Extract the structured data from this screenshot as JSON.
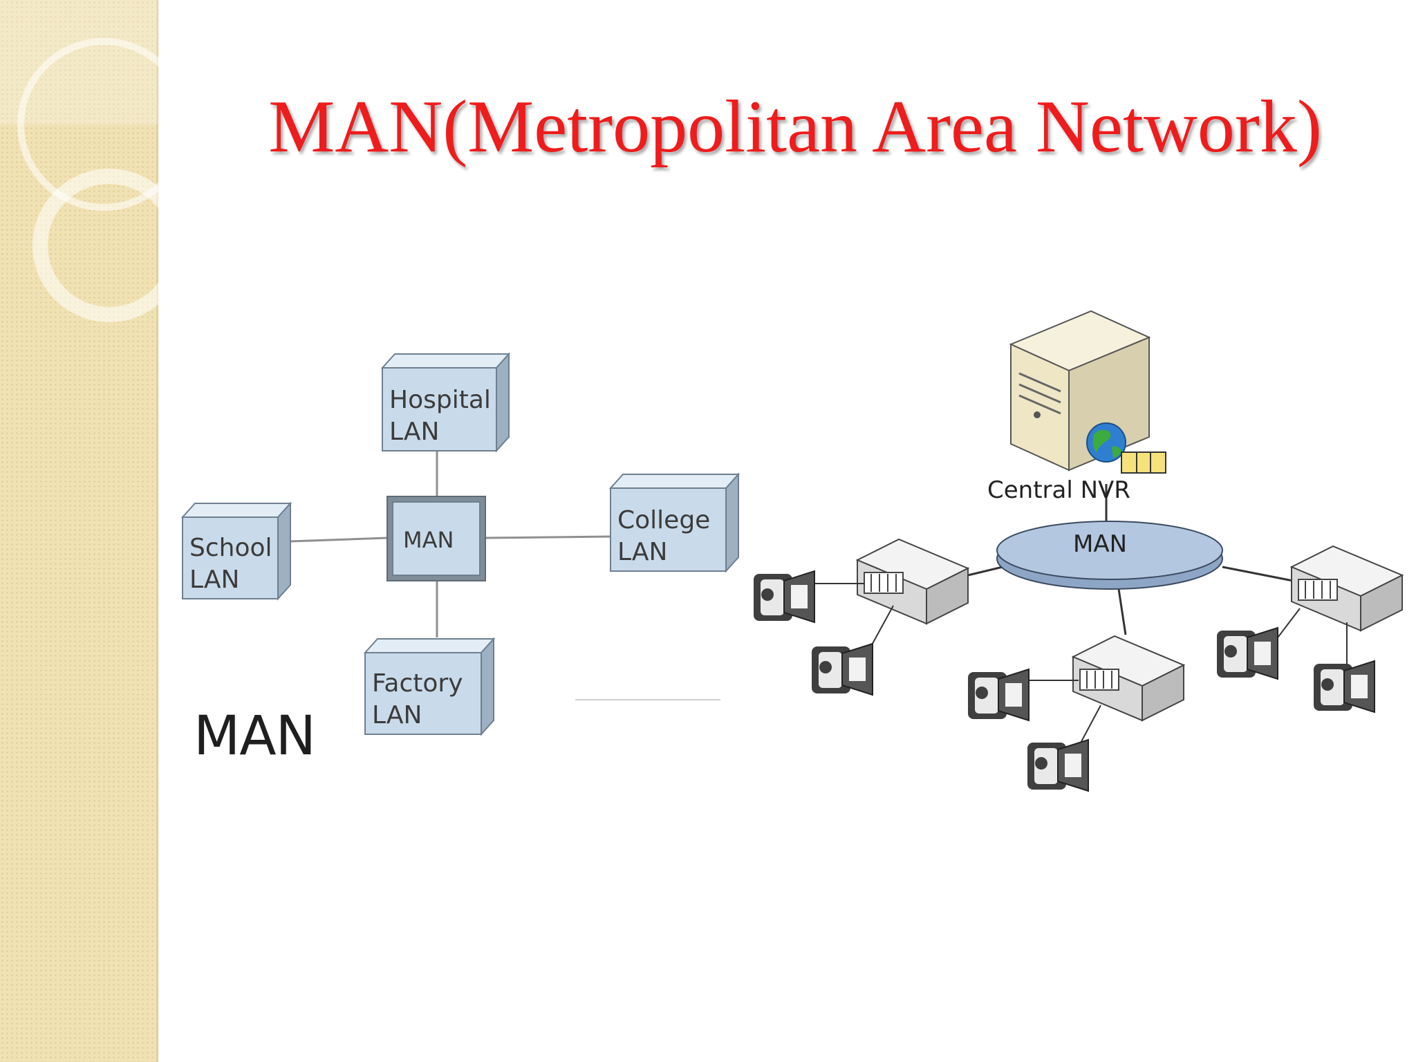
{
  "slide": {
    "title": "MAN(Metropolitan Area Network)"
  },
  "left_diagram": {
    "hub": "MAN",
    "nodes": {
      "hospital": [
        "Hospital",
        "LAN"
      ],
      "school": [
        "School",
        "LAN"
      ],
      "college": [
        "College",
        "LAN"
      ],
      "factory": [
        "Factory",
        "LAN"
      ]
    },
    "caption": "MAN"
  },
  "right_diagram": {
    "server_label": "Central NVR",
    "ring_label": "MAN"
  },
  "colors": {
    "title": "#ee1c1c",
    "box_face": "#c9dbea",
    "ring": "#b3c7e0",
    "sidebar": "#f1e2b4"
  }
}
